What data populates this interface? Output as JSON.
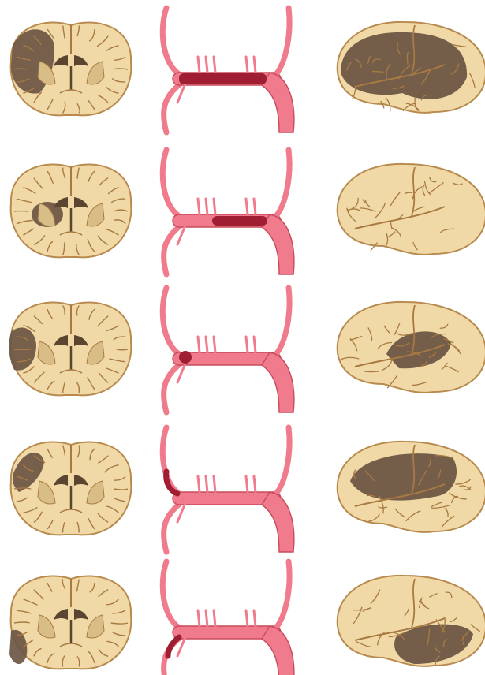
{
  "figure": {
    "rows": [
      {
        "coronal_lesion": "large-lateral",
        "occlusion": "long-segment",
        "lateral_lesion": "large"
      },
      {
        "coronal_lesion": "deep-basal-ganglia",
        "occlusion": "mid-segment",
        "lateral_lesion": "none"
      },
      {
        "coronal_lesion": "cortical-lateral",
        "occlusion": "focal-proximal",
        "lateral_lesion": "mid-insular"
      },
      {
        "coronal_lesion": "superior-cortical",
        "occlusion": "superior-branch",
        "lateral_lesion": "superior-division"
      },
      {
        "coronal_lesion": "inferior-cortical",
        "occlusion": "inferior-branch",
        "lateral_lesion": "inferior-division"
      }
    ]
  },
  "colors": {
    "brain_tissue": "#f0d9a6",
    "brain_outline": "#b88a4e",
    "gyrus_line": "#a87a42",
    "ventricle": "#5a4630",
    "deep_nuclei": "#d8be86",
    "lesion": "#6b5644",
    "artery": "#f07b8c",
    "artery_edge": "#c84a5c",
    "clot": "#a01e32"
  }
}
